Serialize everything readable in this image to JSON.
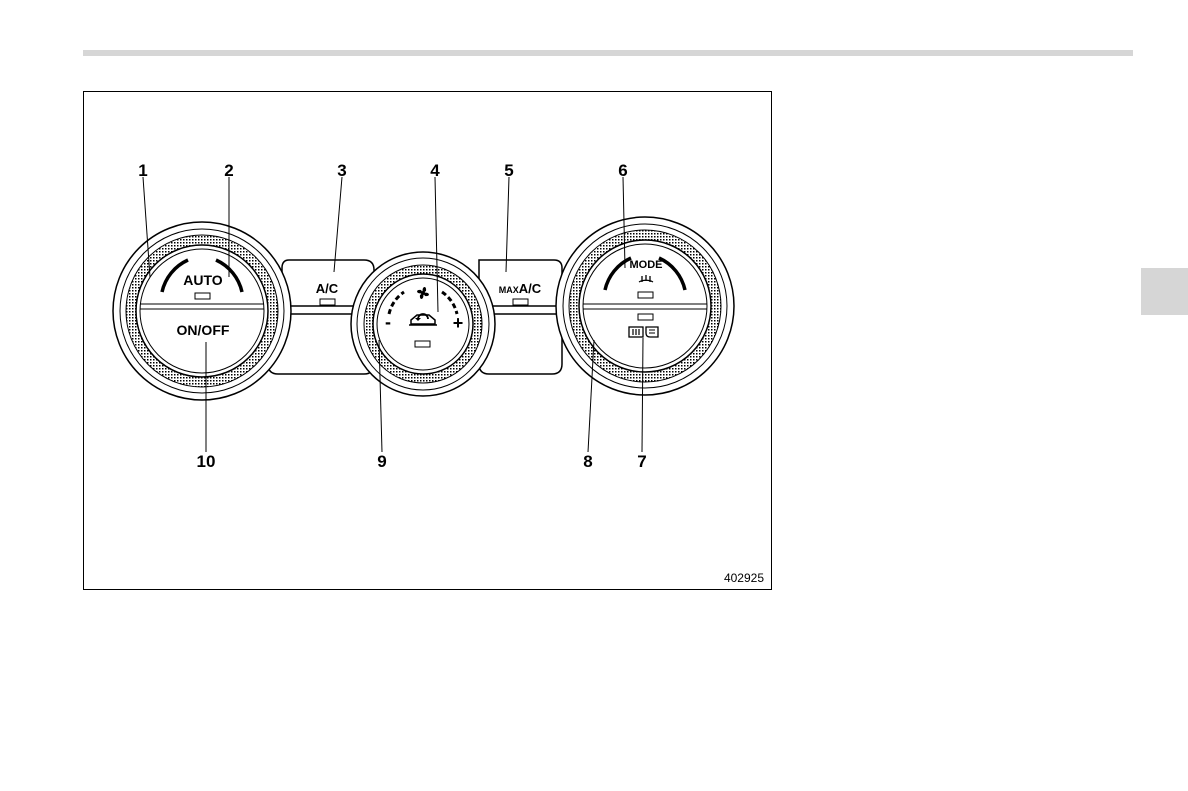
{
  "figure": {
    "id": "402925",
    "callouts": [
      "1",
      "2",
      "3",
      "4",
      "5",
      "6",
      "7",
      "8",
      "9",
      "10"
    ],
    "labels": {
      "auto": "AUTO",
      "on_off": "ON/OFF",
      "ac": "A/C",
      "max_prefix": "MAX",
      "max_ac": "A/C",
      "mode": "MODE"
    },
    "icons": [
      "fan-icon",
      "recirculation-icon",
      "front-defroster-icon",
      "rear-defogger-icon",
      "mirror-heater-icon"
    ]
  }
}
